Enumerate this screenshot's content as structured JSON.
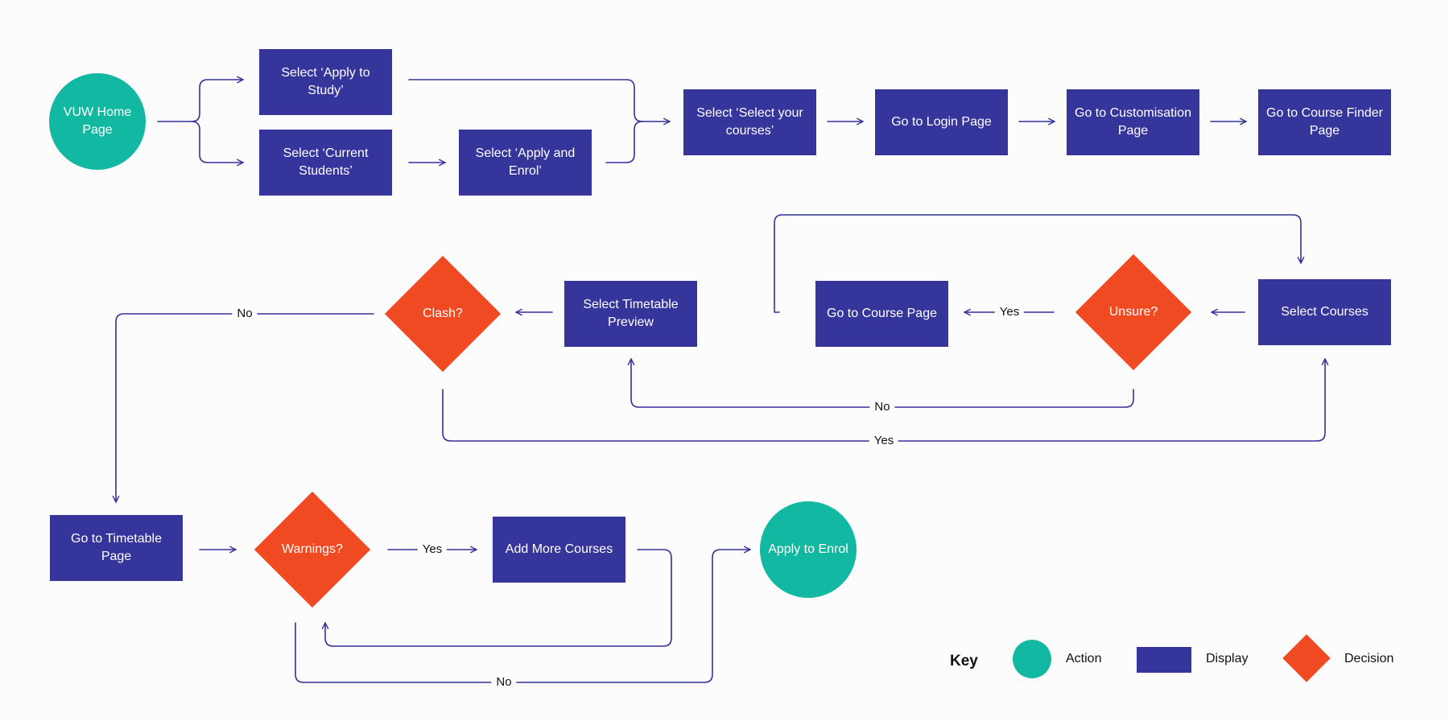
{
  "nodes": {
    "vuw_home": "VUW Home Page",
    "apply_study": "Select ‘Apply to Study’",
    "current_students": "Select ‘Current Students’",
    "apply_enrol_select": "Select ‘Apply and Enrol’",
    "select_your_courses": "Select ‘Select your courses’",
    "login_page": "Go to Login Page",
    "customisation_page": "Go to Customisation Page",
    "course_finder_page": "Go to Course Finder Page",
    "select_courses": "Select Courses",
    "unsure": "Unsure?",
    "course_page": "Go to Course Page",
    "timetable_preview": "Select Timetable Preview",
    "clash": "Clash?",
    "timetable_page": "Go to Timetable Page",
    "warnings": "Warnings?",
    "add_more_courses": "Add More Courses",
    "apply_to_enrol": "Apply to Enrol"
  },
  "edge_labels": {
    "unsure_yes": "Yes",
    "unsure_no": "No",
    "clash_no": "No",
    "clash_yes": "Yes",
    "warnings_yes": "Yes",
    "warnings_no": "No"
  },
  "legend": {
    "title": "Key",
    "action": "Action",
    "display": "Display",
    "decision": "Decision"
  },
  "colors": {
    "display": "#36359c",
    "action": "#13b8a2",
    "decision": "#f04a23",
    "line": "#35309b"
  }
}
